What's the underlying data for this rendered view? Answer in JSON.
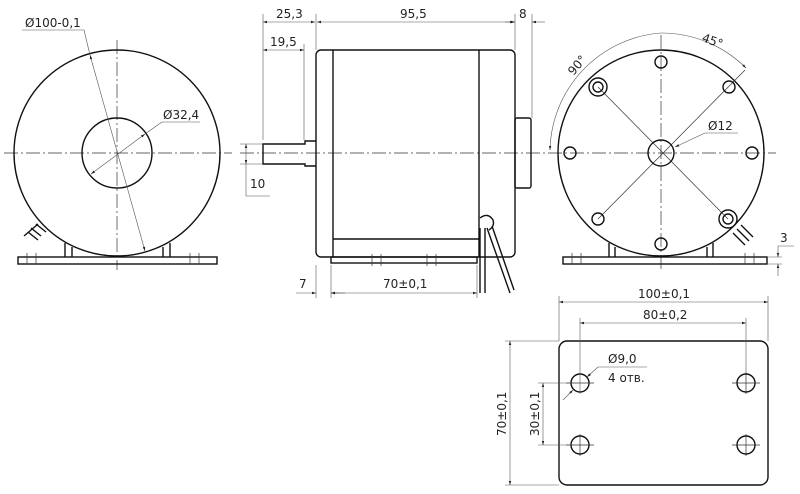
{
  "front_view": {
    "outer_diameter": "Ø100-0,1",
    "inner_diameter": "Ø32,4"
  },
  "side_view": {
    "shaft_total": "25,3",
    "body_length": "95,5",
    "rear_boss": "8",
    "shaft_length": "19,5",
    "shaft_diameter": "10",
    "flange_offset": "7",
    "base_length": "70±0,1"
  },
  "rear_view": {
    "angle_90": "90°",
    "angle_45": "45°",
    "center_diameter": "Ø12",
    "base_thickness": "3"
  },
  "base_plan": {
    "width": "100±0,1",
    "hole_spacing_x": "80±0,2",
    "height": "70±0,1",
    "hole_spacing_y": "30±0,1",
    "hole_diameter": "Ø9,0",
    "hole_count": "4 отв."
  }
}
